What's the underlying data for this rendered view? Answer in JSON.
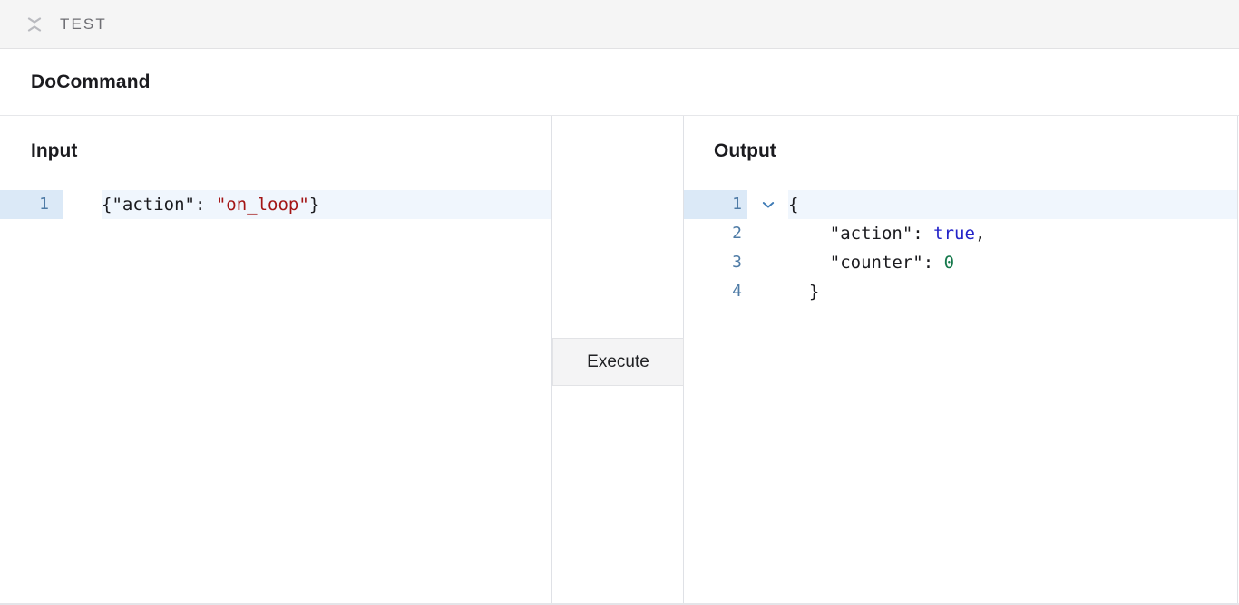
{
  "topbar": {
    "collapse_icon": "collapse-chevrons-icon",
    "label": "TEST"
  },
  "title_bar": {
    "command_name": "DoCommand"
  },
  "input_panel": {
    "heading": "Input",
    "active_line": 1,
    "lines": [
      {
        "number": "1",
        "tokens": [
          {
            "type": "punc",
            "text": "{"
          },
          {
            "type": "key",
            "text": "\"action\""
          },
          {
            "type": "punc",
            "text": ": "
          },
          {
            "type": "string",
            "text": "\"on_loop\""
          },
          {
            "type": "punc",
            "text": "}"
          }
        ]
      }
    ]
  },
  "execute": {
    "label": "Execute"
  },
  "output_panel": {
    "heading": "Output",
    "active_line": 1,
    "fold_icon": "chevron-down-icon",
    "lines": [
      {
        "number": "1",
        "foldable": true,
        "tokens": [
          {
            "type": "punc",
            "text": "{"
          }
        ]
      },
      {
        "number": "2",
        "foldable": false,
        "tokens": [
          {
            "type": "punc",
            "text": "    "
          },
          {
            "type": "key",
            "text": "\"action\""
          },
          {
            "type": "punc",
            "text": ": "
          },
          {
            "type": "bool",
            "text": "true"
          },
          {
            "type": "punc",
            "text": ","
          }
        ]
      },
      {
        "number": "3",
        "foldable": false,
        "tokens": [
          {
            "type": "punc",
            "text": "    "
          },
          {
            "type": "key",
            "text": "\"counter\""
          },
          {
            "type": "punc",
            "text": ": "
          },
          {
            "type": "num",
            "text": "0"
          }
        ]
      },
      {
        "number": "4",
        "foldable": false,
        "tokens": [
          {
            "type": "punc",
            "text": "  }"
          }
        ]
      }
    ]
  },
  "colors": {
    "topbar_bg": "#f5f5f5",
    "border": "#dfe1e6",
    "active_gutter": "#dbe9f7",
    "active_line": "#f0f6fd",
    "line_number": "#4e7ba6",
    "string": "#a31515",
    "boolean": "#2323c8",
    "number": "#16794c",
    "button_bg": "#f4f4f5"
  }
}
